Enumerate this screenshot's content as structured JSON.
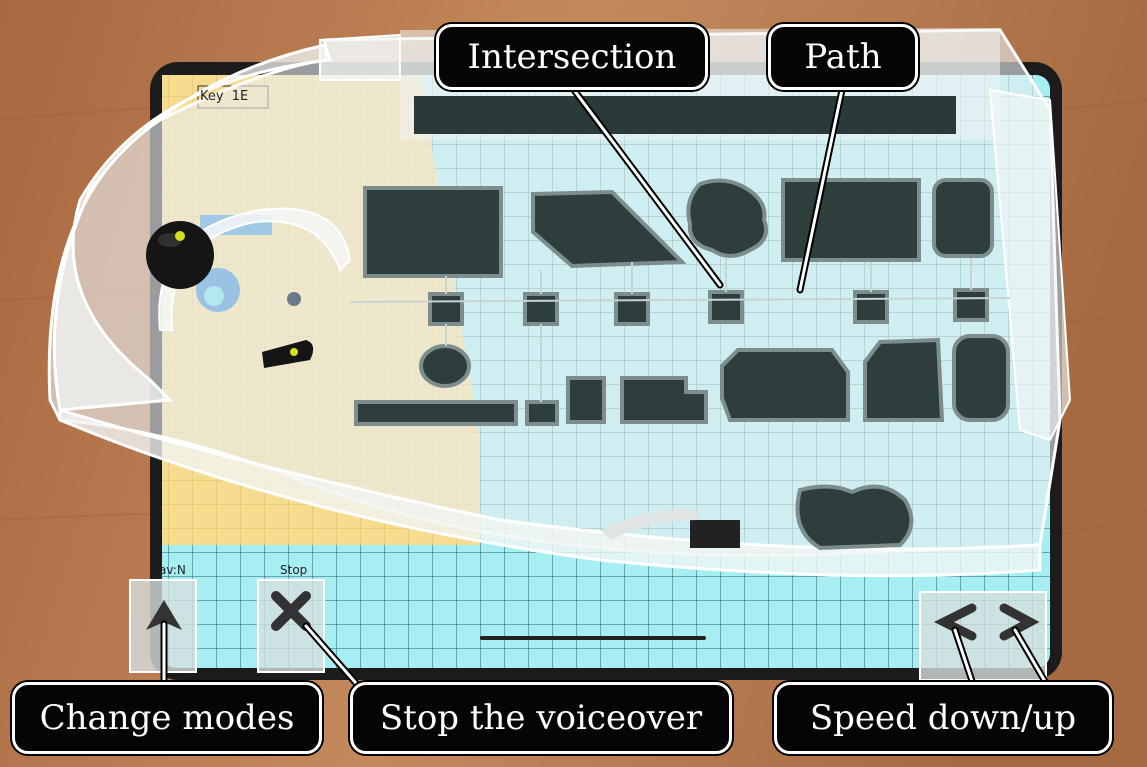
{
  "callouts": {
    "intersection": "Intersection",
    "path": "Path",
    "change_modes": "Change modes",
    "stop_voiceover": "Stop the voiceover",
    "speed": "Speed down/up"
  },
  "screen": {
    "key_text": "Key",
    "key_suffix": "1E",
    "nav_label": "Nav:N",
    "stop_label": "Stop"
  },
  "colors": {
    "callout_bg": "#050505",
    "callout_text": "#ffffff",
    "table_wood": "#b87a4f",
    "grid_cyan": "#a6eef2",
    "grid_yellow": "#f6dc8e",
    "tablet_frame": "#1c1c1c"
  },
  "icons": [
    "nav-arrow-icon",
    "stop-x-icon",
    "chevron-left-icon",
    "chevron-right-icon"
  ]
}
